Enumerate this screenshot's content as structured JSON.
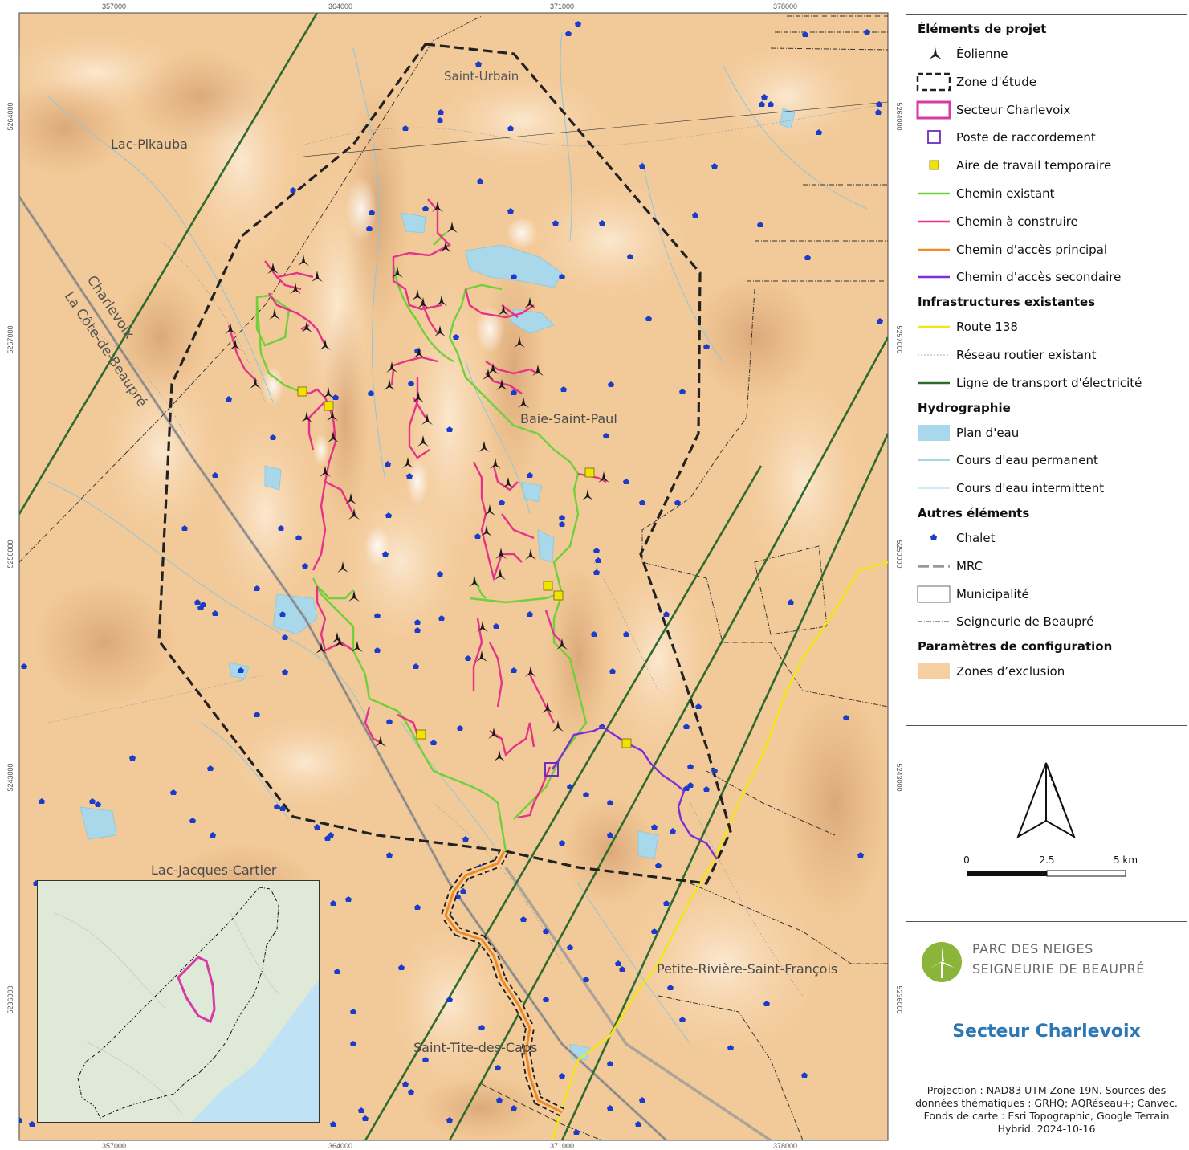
{
  "map": {
    "x_ticks": [
      "357000",
      "364000",
      "371000",
      "378000"
    ],
    "y_ticks": [
      "5264000",
      "5257000",
      "5250000",
      "5243000",
      "5236000"
    ],
    "places": {
      "saint_urbain": "Saint-Urbain",
      "lac_pikauba": "Lac-Pikauba",
      "baie_saint_paul": "Baie-Saint-Paul",
      "lac_jacques_cartier": "Lac-Jacques-Cartier",
      "petite_riviere": "Petite-Rivière-Saint-François",
      "saint_tite": "Saint-Tite-des-Caps"
    },
    "mrc_labels": {
      "charlevoix": "Charlevoix",
      "cote_beaupre": "La Côte-de-Beaupré"
    }
  },
  "legend": {
    "sections": [
      {
        "title": "Éléments de projet",
        "items": [
          {
            "label": "Éolienne",
            "symbol": "turbine-icon"
          },
          {
            "label": "Zone d'étude",
            "symbol": "dashed-box"
          },
          {
            "label": "Secteur Charlevoix",
            "symbol": "magenta-box"
          },
          {
            "label": "Poste de raccordement",
            "symbol": "purple-square"
          },
          {
            "label": "Aire de travail temporaire",
            "symbol": "yellow-square"
          },
          {
            "label": "Chemin existant",
            "symbol": "green-line"
          },
          {
            "label": "Chemin à construire",
            "symbol": "pink-line"
          },
          {
            "label": "Chemin d'accès principal",
            "symbol": "orange-line"
          },
          {
            "label": "Chemin d'accès secondaire",
            "symbol": "violet-line"
          }
        ]
      },
      {
        "title": "Infrastructures existantes",
        "items": [
          {
            "label": "Route 138",
            "symbol": "yellow-line"
          },
          {
            "label": "Réseau routier existant",
            "symbol": "dotted-line"
          },
          {
            "label": "Ligne de transport d'électricité",
            "symbol": "darkgreen-line"
          }
        ]
      },
      {
        "title": "Hydrographie",
        "items": [
          {
            "label": "Plan d'eau",
            "symbol": "water-box"
          },
          {
            "label": "Cours d'eau permanent",
            "symbol": "stream-line"
          },
          {
            "label": "Cours d'eau intermittent",
            "symbol": "thin-stream-line"
          }
        ]
      },
      {
        "title": "Autres éléments",
        "items": [
          {
            "label": "Chalet",
            "symbol": "chalet-icon"
          },
          {
            "label": "MRC",
            "symbol": "grey-dash-line"
          },
          {
            "label": "Municipalité",
            "symbol": "white-box"
          },
          {
            "label": "Seigneurie de Beaupré",
            "symbol": "dashdot-line"
          }
        ]
      },
      {
        "title": "Paramètres de configuration",
        "items": [
          {
            "label": "Zones d’exclusion",
            "symbol": "peach-box"
          }
        ]
      }
    ]
  },
  "scale": {
    "labels": [
      "0",
      "2.5",
      "5 km"
    ]
  },
  "logo": {
    "line1": "PARC DES NEIGES",
    "line2": "SEIGNEURIE DE BEAUPRÉ"
  },
  "sector_title": "Secteur Charlevoix",
  "credits": "Projection : NAD83 UTM Zone 19N. Sources des données thématiques : GRHQ; AQRéseau+; Canvec. Fonds de carte : Esri Topographic, Google Terrain Hybrid. 2024-10-16",
  "colors": {
    "exclusion": "#f5cfa0",
    "terrain": "#e8c7a0",
    "water": "#a8d8ea",
    "turbine": "#1a1a1a",
    "study_zone": "#222222",
    "sector": "#d63aa3",
    "existing_road": "#6fd13a",
    "new_road": "#e6338a",
    "main_access": "#f08a24",
    "secondary_access": "#7b2fd6",
    "route138": "#f0e61e",
    "power_line": "#2f6b2f",
    "chalet": "#1a3ccc",
    "yellow_area": "#f2e200"
  }
}
